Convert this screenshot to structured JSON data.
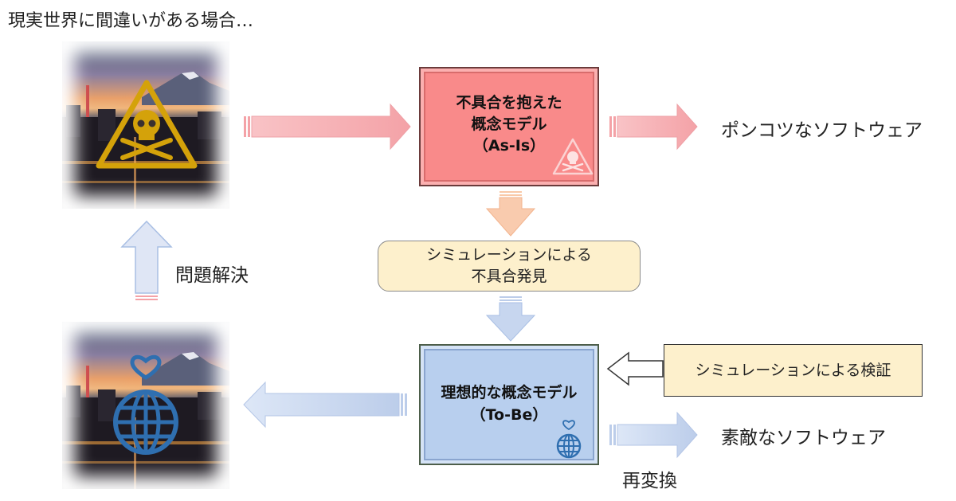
{
  "heading": "現実世界に間違いがある場合…",
  "asis_box": {
    "line1": "不具合を抱えた",
    "line2": "概念モデル",
    "line3": "（As-Is）"
  },
  "tobe_box": {
    "line1": "理想的な概念モデル",
    "line2": "（To-Be）"
  },
  "simulation_box": {
    "line1": "シミュレーションによる",
    "line2": "不具合発見"
  },
  "verification_box": "シミュレーションによる検証",
  "labels": {
    "bad_software": "ポンコツなソフトウェア",
    "good_software": "素敵なソフトウェア",
    "problem_solving": "問題解決",
    "reconversion": "再変換"
  },
  "icons": {
    "top_city_overlay": "skull-warning-icon",
    "bottom_city_overlay": "globe-heart-icon",
    "asis_corner": "skull-warning-icon",
    "tobe_corner": "globe-heart-icon"
  },
  "colors": {
    "asis_fill": "#f98a8a",
    "tobe_fill": "#b8cfee",
    "note_fill": "#fdf0cc",
    "red_arrow": "#f7a9ad",
    "blue_arrow": "#c2d2ee",
    "peach_arrow": "#f9c9a8"
  }
}
